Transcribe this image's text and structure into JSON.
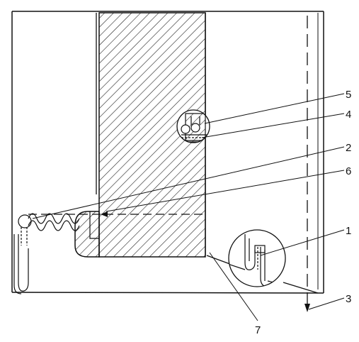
{
  "diagram": {
    "callouts": [
      {
        "id": "c1",
        "label": "1"
      },
      {
        "id": "c2",
        "label": "2"
      },
      {
        "id": "c3",
        "label": "3"
      },
      {
        "id": "c4",
        "label": "4"
      },
      {
        "id": "c5",
        "label": "5"
      },
      {
        "id": "c6",
        "label": "6"
      },
      {
        "id": "c7",
        "label": "7"
      }
    ]
  },
  "colors": {
    "ink": "#111111",
    "paper": "#ffffff",
    "hatch": "#222222"
  }
}
